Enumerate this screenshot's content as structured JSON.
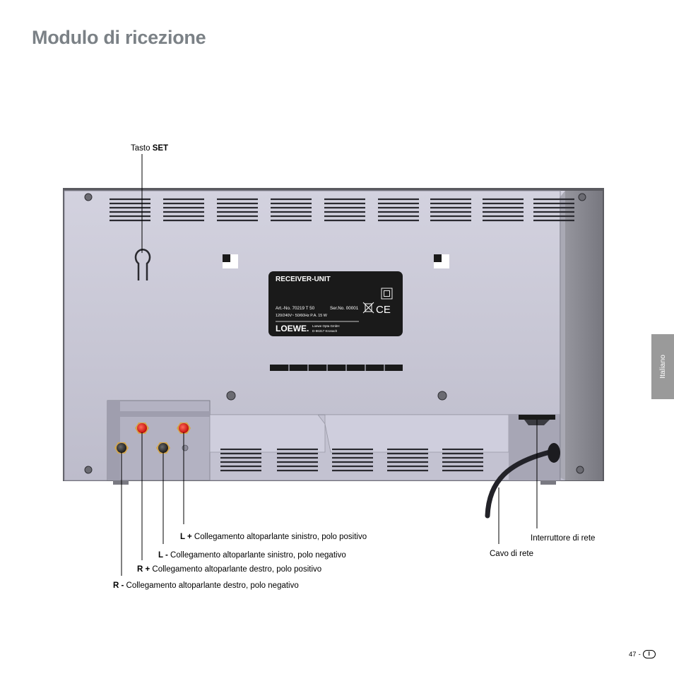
{
  "page": {
    "title": "Modulo di ricezione",
    "side_tab": "Italiano",
    "page_number": "47",
    "page_separator": "-",
    "lang_badge": "I"
  },
  "device_label": {
    "heading": "RECEIVER-UNIT",
    "art_no": "Art.-No. 70219 T 50",
    "ser_no": "Ser.No. 00001",
    "power": "120/240V~ 50/60Hz P.A. 15 W",
    "brand": "LOEWE.",
    "maker_1": "Loewe Opta GmbH",
    "maker_2": "D-96317 Kronach",
    "ce_mark": "CE"
  },
  "callouts": {
    "set_prefix": "Tasto ",
    "set_key": "SET",
    "l_plus_key": "L +",
    "l_plus_text": " Collegamento altoparlante sinistro, polo positivo",
    "l_minus_key": "L -",
    "l_minus_text": " Collegamento altoparlante sinistro, polo negativo",
    "r_plus_key": "R +",
    "r_plus_text": " Collegamento altoparlante destro, polo positivo",
    "r_minus_key": "R -",
    "r_minus_text": " Collegamento altoparlante destro, polo negativo",
    "power_switch": "Interruttore di rete",
    "power_cable": "Cavo di rete"
  },
  "colors": {
    "title": "#7b8186",
    "side_tab": "#9a9a9a",
    "housing": "#c9c8d6",
    "housing_side": "#8c8c94",
    "label_bg": "#1a1a1a",
    "terminal_red": "#e11b16",
    "terminal_black": "#333333"
  },
  "icons": [
    "screw-icon",
    "keyhole-icon",
    "recycle-bin-icon",
    "double-insulation-icon",
    "ce-mark-icon",
    "power-cable-icon"
  ]
}
